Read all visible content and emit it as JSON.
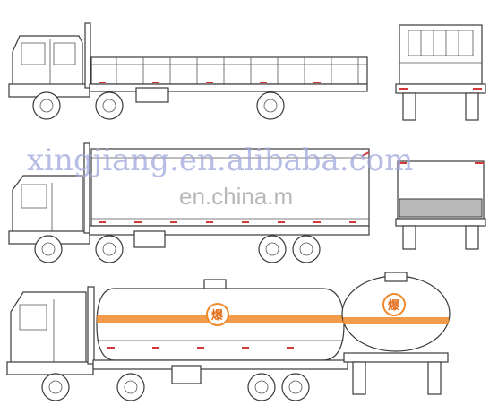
{
  "watermarks": {
    "primary": "xingjiang.en.alibaba.com",
    "secondary": "en.china.m"
  },
  "hazard_glyph": "爆",
  "colors": {
    "line": "#3a3a3a",
    "reflector_red": "#d23a3a",
    "tank_stripe": "#f08a2a",
    "watermark_blue": "#9fa8dc"
  }
}
